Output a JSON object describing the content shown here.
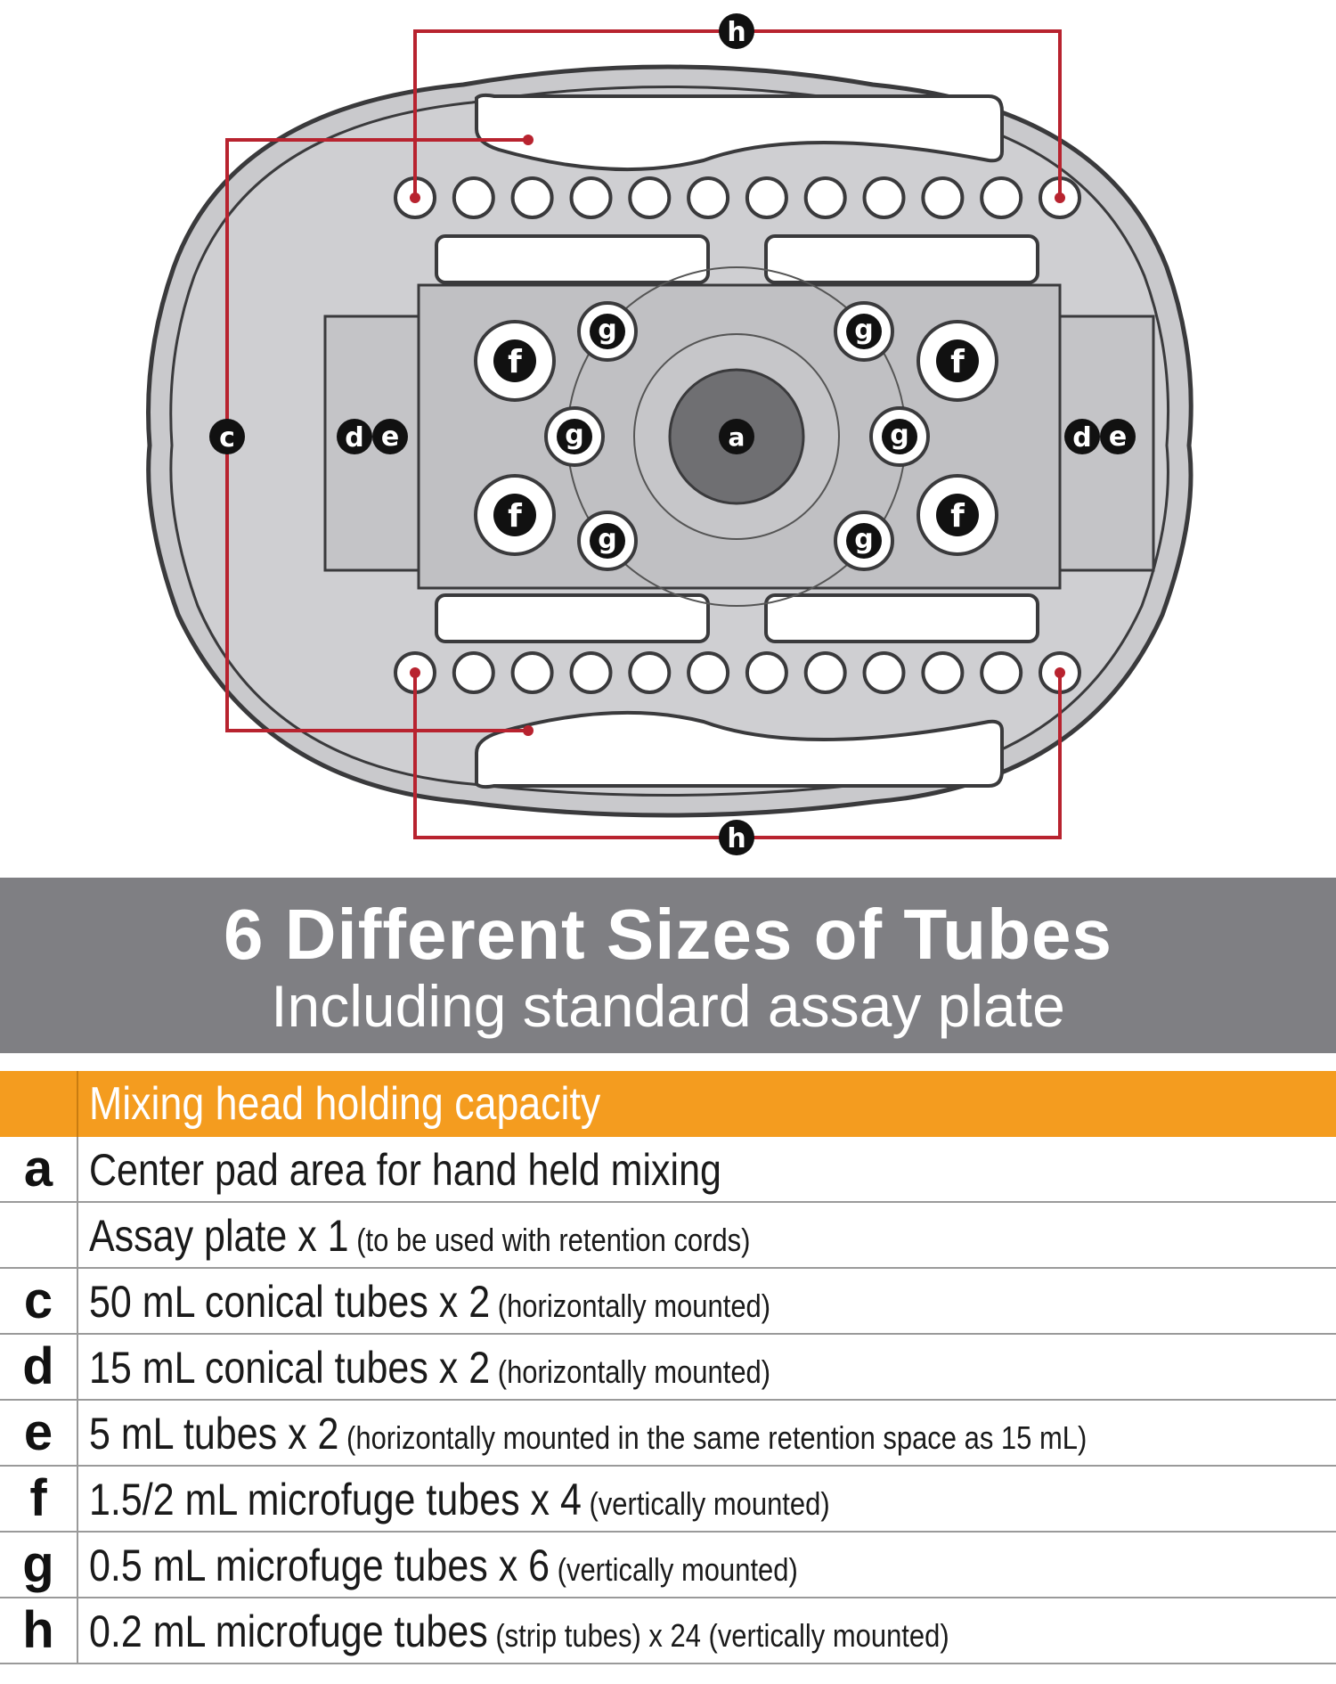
{
  "diagram": {
    "callouts": {
      "a": "a",
      "c": "c",
      "d": "d",
      "e": "e",
      "f": "f",
      "g": "g",
      "h": "h"
    },
    "colors": {
      "body": "#c9c9cc",
      "outline": "#3a3a3c",
      "leader": "#b8232f",
      "center_pad": "#6f6f72",
      "badge": "#111111"
    }
  },
  "banner": {
    "title": "6 Different Sizes of Tubes",
    "subtitle": "Including standard assay plate"
  },
  "table": {
    "header": "Mixing head holding capacity",
    "rows": [
      {
        "key": "a",
        "main": "Center pad area for hand held mixing",
        "note": ""
      },
      {
        "key": "",
        "main": "Assay plate x 1",
        "note": "(to be used with retention cords)"
      },
      {
        "key": "c",
        "main": "50 mL conical tubes x 2",
        "note": "(horizontally mounted)"
      },
      {
        "key": "d",
        "main": "15 mL conical tubes x 2",
        "note": "(horizontally mounted)"
      },
      {
        "key": "e",
        "main": "5 mL tubes x 2",
        "note": "(horizontally mounted in the same retention space as 15 mL)"
      },
      {
        "key": "f",
        "main": "1.5/2 mL microfuge tubes x 4",
        "note": "(vertically mounted)"
      },
      {
        "key": "g",
        "main": "0.5 mL microfuge tubes x 6",
        "note": "(vertically mounted)"
      },
      {
        "key": "h",
        "main": "0.2 mL microfuge tubes",
        "note": "(strip tubes) x 24 (vertically mounted)"
      }
    ]
  }
}
